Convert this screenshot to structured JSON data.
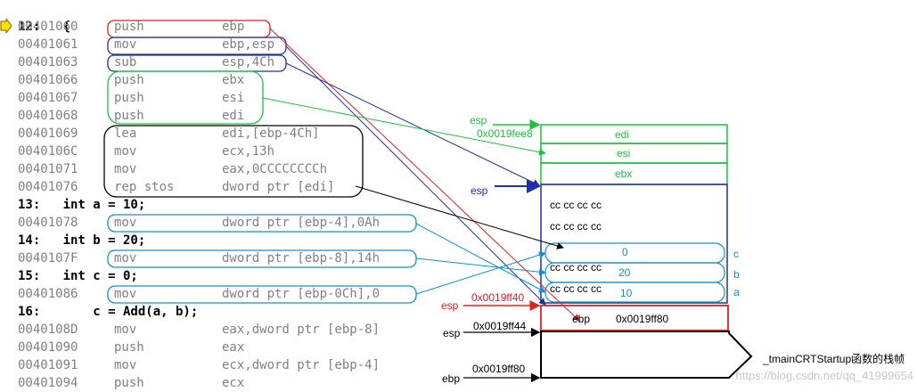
{
  "code": {
    "header": "12:   {",
    "rows": [
      {
        "addr": "00401060",
        "mn": "push",
        "op": "ebp"
      },
      {
        "addr": "00401061",
        "mn": "mov",
        "op": "ebp,esp"
      },
      {
        "addr": "00401063",
        "mn": "sub",
        "op": "esp,4Ch"
      },
      {
        "addr": "00401066",
        "mn": "push",
        "op": "ebx"
      },
      {
        "addr": "00401067",
        "mn": "push",
        "op": "esi"
      },
      {
        "addr": "00401068",
        "mn": "push",
        "op": "edi"
      },
      {
        "addr": "00401069",
        "mn": "lea",
        "op": "edi,[ebp-4Ch]"
      },
      {
        "addr": "0040106C",
        "mn": "mov",
        "op": "ecx,13h"
      },
      {
        "addr": "00401071",
        "mn": "mov",
        "op": "eax,0CCCCCCCCh"
      },
      {
        "addr": "00401076",
        "mn": "rep stos",
        "op": "dword ptr [edi]"
      },
      {
        "src": "13:   int a = 10;"
      },
      {
        "addr": "00401078",
        "mn": "mov",
        "op": "dword ptr [ebp-4],0Ah"
      },
      {
        "src": "14:   int b = 20;"
      },
      {
        "addr": "0040107F",
        "mn": "mov",
        "op": "dword ptr [ebp-8],14h"
      },
      {
        "src": "15:   int c = 0;"
      },
      {
        "addr": "00401086",
        "mn": "mov",
        "op": "dword ptr [ebp-0Ch],0"
      },
      {
        "src": "16:       c = Add(a, b);"
      },
      {
        "addr": "0040108D",
        "mn": "mov",
        "op": "eax,dword ptr [ebp-8]"
      },
      {
        "addr": "00401090",
        "mn": "push",
        "op": "eax"
      },
      {
        "addr": "00401091",
        "mn": "mov",
        "op": "ecx,dword ptr [ebp-4]"
      },
      {
        "addr": "00401094",
        "mn": "push",
        "op": "ecx"
      }
    ]
  },
  "stack": {
    "top_esp_label": "esp",
    "top_esp_addr": "0x0019fee8",
    "edi": "edi",
    "esi": "esi",
    "ebx": "ebx",
    "mid_esp_label": "esp",
    "cc_row_1": "cc cc cc cc",
    "cc_row_2": "cc cc cc cc",
    "cc_row_3": "cc cc cc cc",
    "cc_row_4": "cc cc cc cc",
    "val_c": "0",
    "val_b": "20",
    "val_a": "10",
    "name_c": "c",
    "name_b": "b",
    "name_a": "a",
    "ebp_frame_addr": "0x0019ff40",
    "ebp_frame_esp": "esp",
    "ebp_cell_label": "ebp",
    "ebp_cell_value": "0x0019ff80",
    "esp_addr_2": "0x0019ff44",
    "esp_label_2": "esp",
    "ebp_addr_2": "0x0019ff80",
    "ebp_label_2": "ebp",
    "caller_frame_label": "_tmainCRTStartup函数的栈帧"
  },
  "watermark": "https://blog.csdn.net/qq_41999654",
  "colors": {
    "red": "#e02020",
    "navy": "#2030a0",
    "green": "#20c040",
    "black": "#000000",
    "cyan": "#1090d0"
  }
}
